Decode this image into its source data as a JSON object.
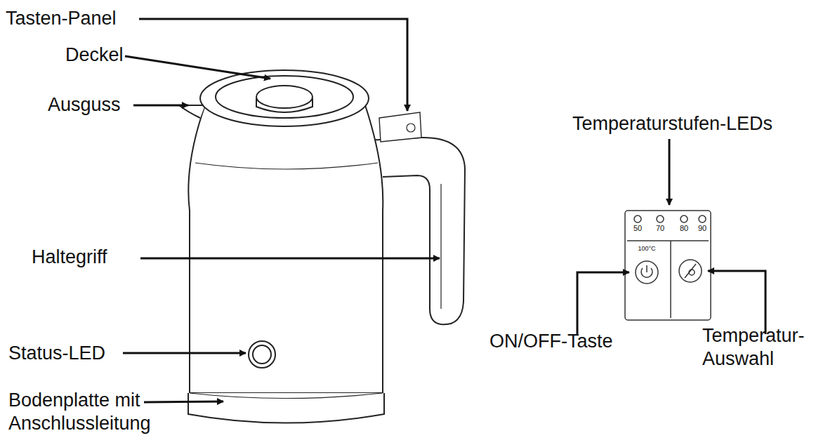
{
  "diagram": {
    "labels": [
      "Tasten-Panel",
      "Deckel",
      "Ausguss",
      "Temperaturstufen-LEDs",
      "50",
      "70",
      "80",
      "90",
      "100°C",
      "Haltegriff",
      "Status-LED",
      "ON/OFF-Taste",
      "Temperatur- Auswahl",
      "Bodenplatte mit Anschlussleitung"
    ]
  }
}
